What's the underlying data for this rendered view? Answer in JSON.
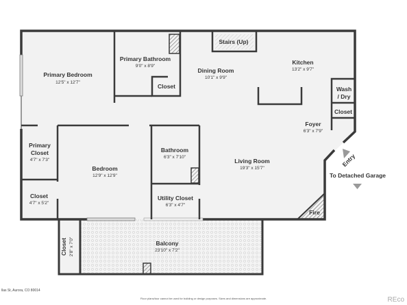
{
  "rooms": {
    "primary_bedroom": {
      "name": "Primary Bedroom",
      "dim": "12'5\" x 12'7\""
    },
    "primary_bathroom": {
      "name": "Primary Bathroom",
      "dim": "9'0\" x 8'9\""
    },
    "closet_bath": {
      "name": "Closet"
    },
    "stairs": {
      "name": "Stairs (Up)"
    },
    "dining_room": {
      "name": "Dining Room",
      "dim": "10'1\" x 9'9\""
    },
    "kitchen": {
      "name": "Kitchen",
      "dim": "13'2\" x 9'7\""
    },
    "wash_dry": {
      "name_1": "Wash",
      "name_2": "/ Dry"
    },
    "closet_kitchen": {
      "name": "Closet"
    },
    "foyer": {
      "name": "Foyer",
      "dim": "6'3\" x 7'9\""
    },
    "primary_closet": {
      "name_1": "Primary",
      "name_2": "Closet",
      "dim": "4'7\" x 7'3\""
    },
    "bedroom": {
      "name": "Bedroom",
      "dim": "12'9\" x 12'9\""
    },
    "bathroom": {
      "name": "Bathroom",
      "dim": "6'3\" x 7'10\""
    },
    "living_room": {
      "name": "Living Room",
      "dim": "19'3\" x 15'7\""
    },
    "closet_left": {
      "name": "Closet",
      "dim": "4'7\" x 5'2\""
    },
    "utility_closet": {
      "name": "Utility Closet",
      "dim": "6'3\" x 4'7\""
    },
    "fire": {
      "name": "Fire"
    },
    "balcony": {
      "name": "Balcony",
      "dim": "23'10\" x 7'2\""
    },
    "closet_balcony": {
      "name": "Closet",
      "dim": "2'8\" x 7'0\""
    }
  },
  "annotations": {
    "entry": "Entry",
    "garage": "To Detached Garage"
  },
  "footer": {
    "address": "llas St, Aurora, CO 80014",
    "disclaimer": "Floor plans/tour cannot be used for building or design purposes. Sizes and dimensions are approximate.",
    "logo": "REco"
  },
  "colors": {
    "wall": "#3a3a3a",
    "floor": "#f2f2f2",
    "hatch": "#555555",
    "arrow": "#9a9a9a"
  }
}
